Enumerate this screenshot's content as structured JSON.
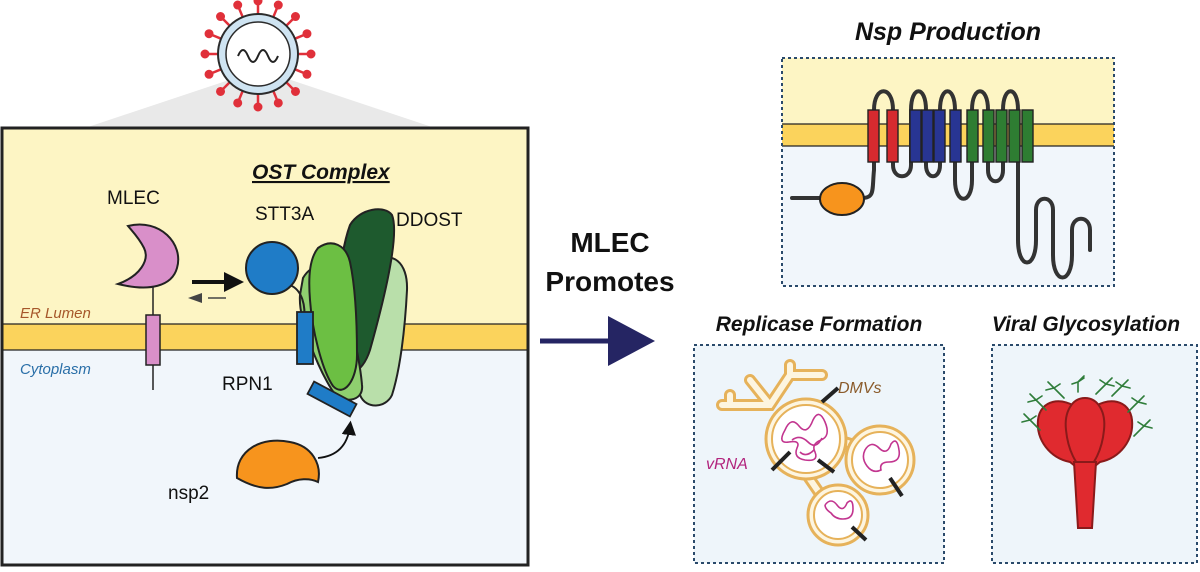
{
  "left_panel": {
    "title": "OST Complex",
    "labels": {
      "mlec": "MLEC",
      "stt3a": "STT3A",
      "ddost": "DDOST",
      "rpn1": "RPN1",
      "nsp2": "nsp2",
      "er_lumen": "ER Lumen",
      "cytoplasm": "Cytoplasm"
    }
  },
  "center": {
    "line1": "MLEC",
    "line2": "Promotes"
  },
  "panels": {
    "nsp": {
      "title": "Nsp Production"
    },
    "replicase": {
      "title": "Replicase Formation",
      "dmvs": "DMVs",
      "vrna": "vRNA"
    },
    "glyco": {
      "title": "Viral Glycosylation"
    }
  },
  "colors": {
    "lumen": "#fdf5c4",
    "cytoplasm": "#f1f6fb",
    "membrane": "#fbd35c",
    "mlec": "#d98fc9",
    "stt3a": "#1f7cc7",
    "rpn1": "#1f7cc7",
    "ddost_dark": "#1e5a2e",
    "green_mid": "#6cbf43",
    "green_light": "#b9dfaa",
    "nsp2": "#f7941d",
    "arrow": "#252563",
    "virus_spike": "#e0303a",
    "dmv": "#e6b25a",
    "rna": "#c2358f",
    "glyco_red": "#e02a2f",
    "glycan": "#2f7d3a"
  }
}
